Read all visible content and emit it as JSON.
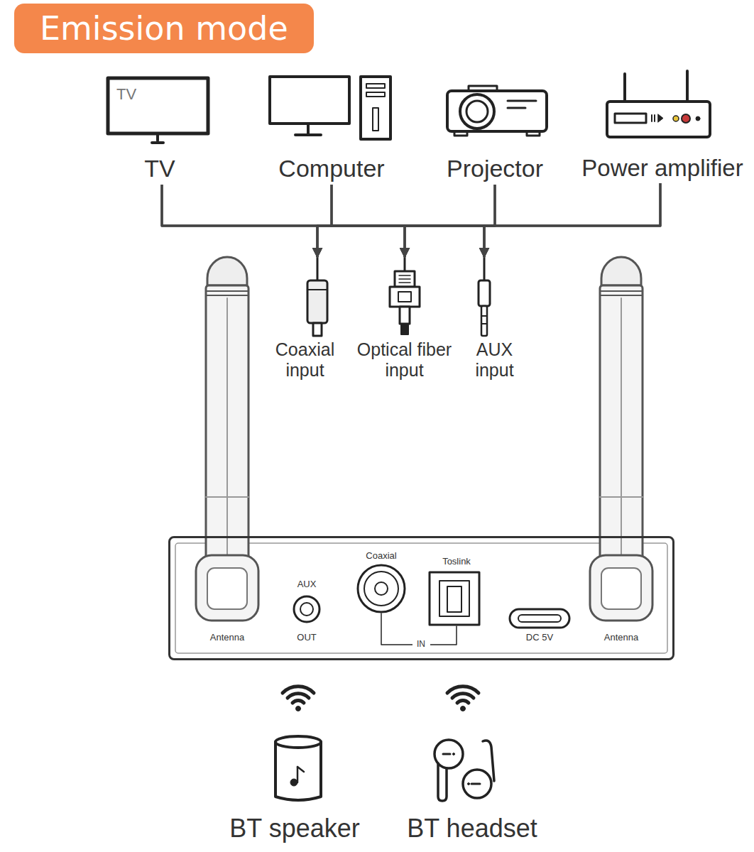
{
  "diagram": {
    "title": "Emission mode",
    "nodes": [
      {
        "text": [
          "TV",
          "TV"
        ]
      },
      {
        "text": [
          "Computer"
        ]
      },
      {
        "text": [
          "Projector"
        ]
      },
      {
        "text": [
          "Power amplifier"
        ]
      },
      {
        "text": [
          "Coaxial input"
        ]
      },
      {
        "text": [
          "Optical fiber input"
        ]
      },
      {
        "text": [
          "AUX input"
        ]
      },
      {
        "text": [
          "Antenna",
          "AUX",
          "OUT",
          "Coaxial",
          "Toslink",
          "IN",
          "DC 5V",
          "Antenna"
        ]
      },
      {
        "text": [
          "BT speaker"
        ]
      },
      {
        "text": [
          "BT headset"
        ]
      }
    ],
    "edges": [
      {
        "from": 0,
        "to": 4,
        "arrow": "to"
      },
      {
        "from": 0,
        "to": 5,
        "arrow": "to"
      },
      {
        "from": 0,
        "to": 6,
        "arrow": "to"
      },
      {
        "from": 1,
        "to": 4,
        "arrow": "to"
      },
      {
        "from": 1,
        "to": 5,
        "arrow": "to"
      },
      {
        "from": 1,
        "to": 6,
        "arrow": "to"
      },
      {
        "from": 2,
        "to": 4,
        "arrow": "to"
      },
      {
        "from": 2,
        "to": 5,
        "arrow": "to"
      },
      {
        "from": 2,
        "to": 6,
        "arrow": "to"
      },
      {
        "from": 3,
        "to": 4,
        "arrow": "to"
      },
      {
        "from": 3,
        "to": 5,
        "arrow": "to"
      },
      {
        "from": 3,
        "to": 6,
        "arrow": "to"
      }
    ]
  }
}
